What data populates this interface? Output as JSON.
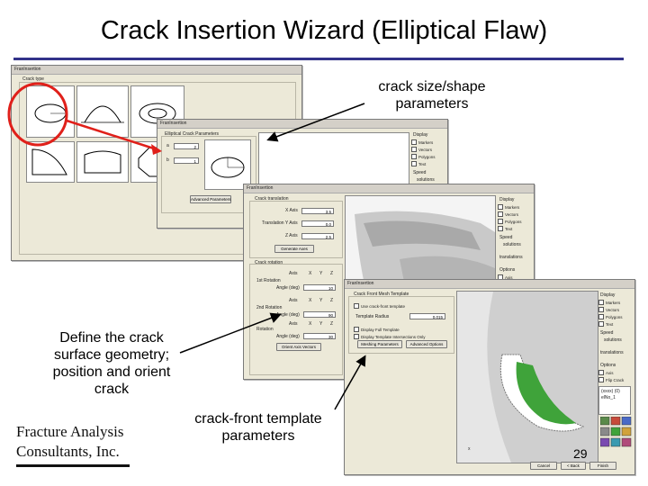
{
  "slide": {
    "title": "Crack Insertion Wizard (Elliptical Flaw)",
    "page_number": "29",
    "logo_line1": "Fracture Analysis",
    "logo_line2": "Consultants, Inc."
  },
  "annotations": {
    "shape": "crack size/shape parameters",
    "geometry": "Define the crack surface geometry; position and orient crack",
    "template": "crack-front template parameters"
  },
  "colors": {
    "highlight_red": "#e0201a",
    "arrow_black": "#000000",
    "title_rule": "#33338a",
    "crack_green": "#3fa33a"
  },
  "window1": {
    "title": "FranInsertion",
    "group_label": "Crack type"
  },
  "window2": {
    "title": "FranInsertion",
    "group_label": "Elliptical Crack Parameters",
    "label_a": "a",
    "value_a": "2",
    "label_b": "b",
    "value_b": "1",
    "advanced_button": "Advanced Parameters"
  },
  "window3": {
    "title": "FranInsertion",
    "translation_label": "Crack translation",
    "x_axis": "X Axis",
    "x_value": "3.5",
    "translation_label2": "Translation Y Axis",
    "y_value": "0.0",
    "z_axis": "Z Axis",
    "z_value": "2.5",
    "generate_button": "Generate Axes",
    "rotation_label": "Crack rotation",
    "axis_label": "Axis",
    "first_rotation": "1st Rotation",
    "angle_label": "Angle (deg)",
    "angle1": "10",
    "second_rotation": "2nd Rotation",
    "angle2": "90",
    "rotation_label3": "Rotation",
    "angle3": "30",
    "orient_button": "Orient Axis Vectors",
    "radio_x": "X",
    "radio_y": "Y",
    "radio_z": "Z"
  },
  "window4": {
    "title": "FranInsertion",
    "group_label": "Crack Front Mesh Template",
    "use_template": "Use crack-front template",
    "template_radius_label": "Template Radius",
    "template_radius_value": "0.015",
    "display_full": "Display Full Template",
    "display_intersection": "Display Template Intersections Only",
    "meshing_button": "Meshing Parameters",
    "advanced_button": "Advanced Options",
    "cancel_button": "Cancel",
    "back_button": "< Back",
    "finish_button": "Finish"
  },
  "side_panel": {
    "display_label": "Display",
    "markers": "Markers",
    "vectors": "Vectors",
    "polygons": "Polygons",
    "text": "Text",
    "speed_label": "Speed",
    "solutions": "solutions",
    "translations": "translations",
    "options_label": "Options",
    "axis": "Axis",
    "flip": "Flip Crack",
    "list_line1": "(xxxx) (0)",
    "list_line2": "elNo_1"
  }
}
